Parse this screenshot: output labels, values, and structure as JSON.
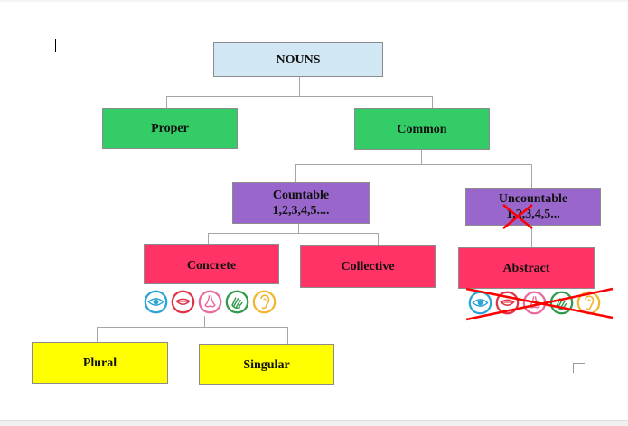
{
  "root": {
    "label": "NOUNS",
    "color": "#d2e7f4"
  },
  "level1": {
    "proper": {
      "label": "Proper",
      "color": "#33cc66"
    },
    "common": {
      "label": "Common",
      "color": "#33cc66"
    }
  },
  "level2": {
    "countable": {
      "label": "Countable",
      "sublabel": "1,2,3,4,5....",
      "color": "#9966cc"
    },
    "uncountable": {
      "label": "Uncountable",
      "sublabel": "1,2,3,4,5...",
      "color": "#9966cc"
    }
  },
  "level3": {
    "concrete": {
      "label": "Concrete",
      "color": "#ff3366"
    },
    "collective": {
      "label": "Collective",
      "color": "#ff3366"
    },
    "abstract": {
      "label": "Abstract",
      "color": "#ff3366"
    }
  },
  "level4": {
    "plural": {
      "label": "Plural",
      "color": "#ffff00"
    },
    "singular": {
      "label": "Singular",
      "color": "#ffff00"
    }
  },
  "senses": [
    {
      "icon": "eye-icon",
      "color": "#2aa3d6"
    },
    {
      "icon": "mouth-icon",
      "color": "#e0334a"
    },
    {
      "icon": "nose-icon",
      "color": "#e86aa0"
    },
    {
      "icon": "hand-icon",
      "color": "#2e9a4a"
    },
    {
      "icon": "ear-icon",
      "color": "#f2b632"
    }
  ],
  "cross_color": "#ff0000",
  "connector_color": "#a6a6a6"
}
